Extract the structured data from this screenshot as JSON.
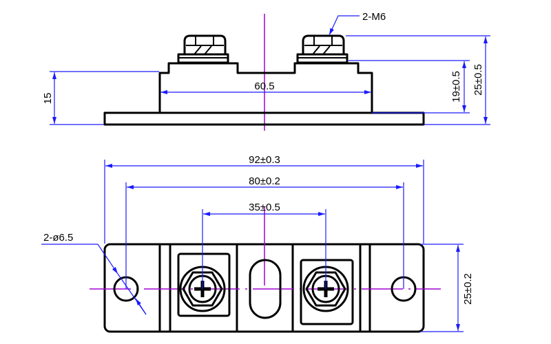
{
  "side_view": {
    "thread_label": "2-M6",
    "width_dim": "60.5",
    "base_height_dim": "15",
    "washer_height_dim": "19±0.5",
    "total_height_dim": "25±0.5"
  },
  "top_view": {
    "overall_length_dim": "92±0.3",
    "hole_spacing_dim": "80±0.2",
    "terminal_spacing_dim": "35±0.5",
    "width_dim": "25±0.2",
    "hole_label": "2-ø6.5"
  },
  "colors": {
    "outline": "#000000",
    "dimension": "#1a1aff",
    "centerline": "#a000d0"
  }
}
